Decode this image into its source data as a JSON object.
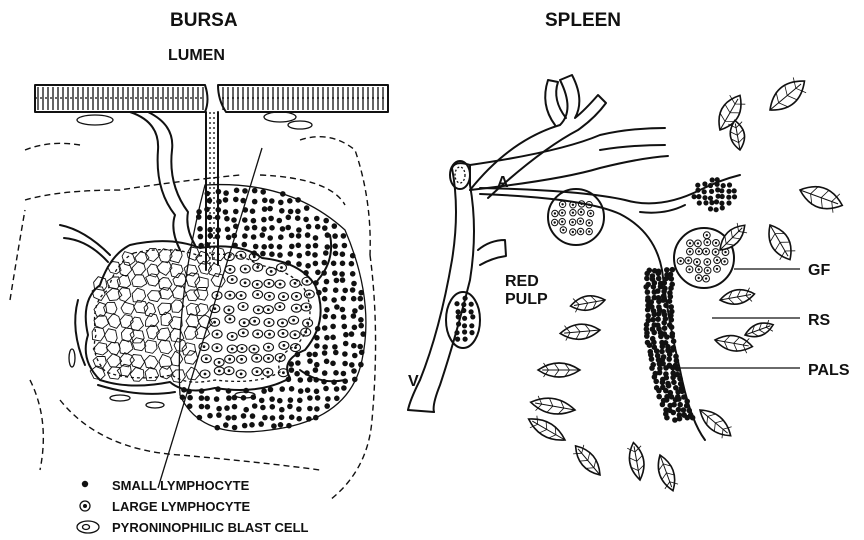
{
  "bursa": {
    "title": "BURSA",
    "lumen": "LUMEN"
  },
  "spleen": {
    "title": "SPLEEN",
    "label_a": "A",
    "label_v": "V",
    "red_pulp_1": "RED",
    "red_pulp_2": "PULP",
    "gf": "GF",
    "rs": "RS",
    "pals": "PALS"
  },
  "legend": {
    "small_lymphocyte": "SMALL LYMPHOCYTE",
    "large_lymphocyte": "LARGE LYMPHOCYTE",
    "blast_cell": "PYRONINOPHILIC BLAST CELL"
  }
}
